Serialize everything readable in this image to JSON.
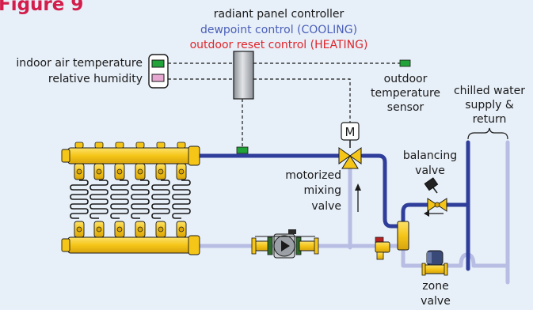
{
  "figure": {
    "title": "Figure 9"
  },
  "controller": {
    "title": "radiant panel controller",
    "cooling_mode": "dewpoint control (COOLING)",
    "heating_mode": "outdoor reset control (HEATING)"
  },
  "sensor_labels": {
    "indoor_air_temperature": "indoor air temperature",
    "relative_humidity": "relative humidity"
  },
  "outdoor_sensor": {
    "line1": "outdoor",
    "line2": "temperature",
    "line3": "sensor"
  },
  "chilled_water": {
    "line1": "chilled water",
    "line2": "supply &",
    "line3": "return"
  },
  "mixing_valve": {
    "actuator_letter": "M",
    "line1": "motorized",
    "line2": "mixing",
    "line3": "valve"
  },
  "balancing_valve": {
    "line1": "balancing",
    "line2": "valve"
  },
  "zone_valve": {
    "line1": "zone",
    "line2": "valve"
  },
  "colors": {
    "title_red": "#d31d4b",
    "cooling_blue": "#4a5fb8",
    "heating_red": "#e0262b",
    "supply_pipe": "#2f3e9a",
    "return_pipe": "#b8bde4",
    "manifold_gold": "#f5c518",
    "sensor_green": "#22a33a",
    "sensor_pink": "#e7a9d2",
    "background": "#e7eff8"
  }
}
